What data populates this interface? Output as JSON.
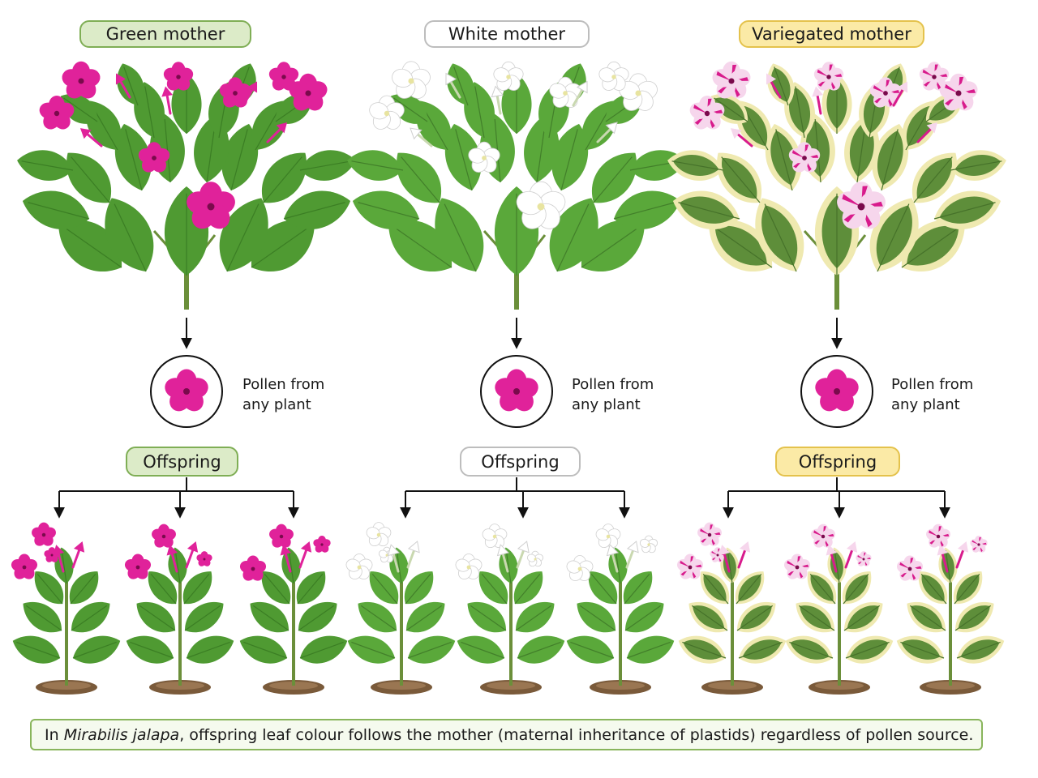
{
  "columns": [
    {
      "mother_label": "Green mother",
      "pollen_line1": "Pollen from",
      "pollen_line2": "any plant",
      "offspring_label": "Offspring",
      "leaf": "#4f9a32",
      "leaf_dark": "#3b7e24",
      "leaf_edge": "",
      "flower": "#e0229a",
      "flower_stripe": ""
    },
    {
      "mother_label": "White mother",
      "pollen_line1": "Pollen from",
      "pollen_line2": "any plant",
      "offspring_label": "Offspring",
      "leaf": "#5aa83a",
      "leaf_dark": "#427f2a",
      "leaf_edge": "",
      "flower": "#ffffff",
      "flower_stripe": ""
    },
    {
      "mother_label": "Variegated mother",
      "pollen_line1": "Pollen from",
      "pollen_line2": "any plant",
      "offspring_label": "Offspring",
      "leaf": "#5e8e3a",
      "leaf_dark": "#46722a",
      "leaf_edge": "#efe9b0",
      "flower": "#f6d6ec",
      "flower_stripe": "#d81b8c"
    }
  ],
  "pollen_flower_color": "#e0229a",
  "caption": {
    "prefix": "In ",
    "species": "Mirabilis jalapa",
    "text": ", offspring leaf colour follows the mother (maternal inheritance of plastids) regardless of pollen source."
  }
}
